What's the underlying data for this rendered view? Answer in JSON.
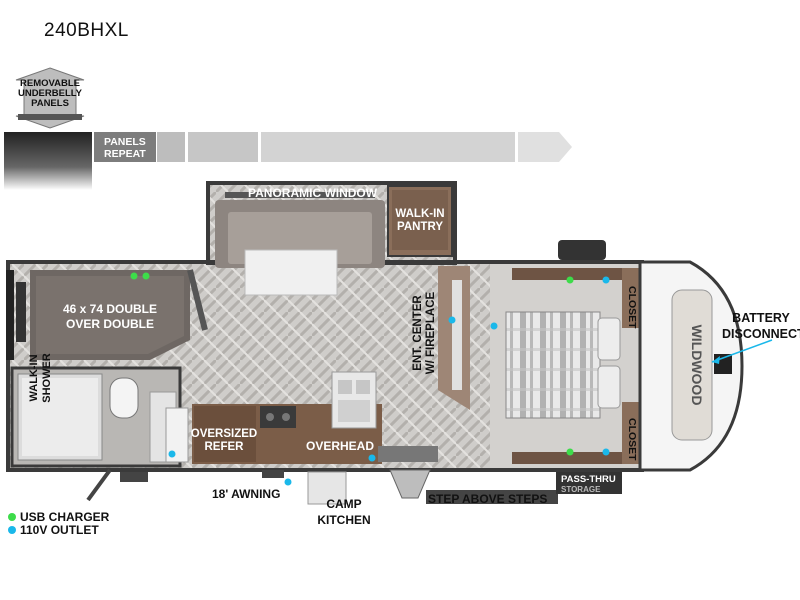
{
  "model": "240BHXL",
  "underbelly": {
    "lines": [
      "REMOVABLE",
      "UNDERBELLY",
      "PANELS"
    ]
  },
  "panels_repeat": {
    "lines": [
      "PANELS",
      "REPEAT"
    ]
  },
  "rooms": {
    "panoramic_window": "PANORAMIC WINDOW",
    "walk_in_pantry": [
      "WALK-IN",
      "PANTRY"
    ],
    "bunk": [
      "46 x 74 DOUBLE",
      "OVER DOUBLE"
    ],
    "shower": [
      "WALK-IN",
      "SHOWER"
    ],
    "oversized_refer": [
      "OVERSIZED",
      "REFER"
    ],
    "overhead": "OVERHEAD",
    "ent_center": [
      "ENT. CENTER",
      "W/ FIREPLACE"
    ],
    "closet_top": "CLOSET",
    "closet_bottom": "CLOSET",
    "pass_thru": "PASS-THRU",
    "storage": "STORAGE",
    "battery": [
      "BATTERY",
      "DISCONNECT"
    ]
  },
  "exterior": {
    "awning": "18' AWNING",
    "camp_kitchen": [
      "CAMP",
      "KITCHEN"
    ],
    "step": "STEP ABOVE STEPS"
  },
  "legend": [
    {
      "label": "USB CHARGER",
      "color": "#3ddc4a"
    },
    {
      "label": "110V OUTLET",
      "color": "#1ab8ea"
    }
  ],
  "colors": {
    "usb": "#3ddc4a",
    "outlet": "#1ab8ea",
    "wall": "#3a3a3a",
    "floor": "#c9c7c4"
  }
}
